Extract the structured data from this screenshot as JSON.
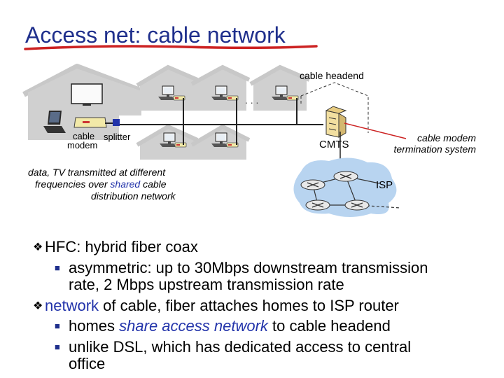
{
  "title": "Access net: cable network",
  "labels": {
    "headend": "cable headend",
    "cable_modem": "cable",
    "modem": "modem",
    "splitter": "splitter",
    "cmts": "CMTS",
    "cmts_desc_1": "cable modem",
    "cmts_desc_2": "termination system",
    "isp": "ISP",
    "dots": ". . ."
  },
  "caption": {
    "line1": "data, TV transmitted at different",
    "line2_a": "frequencies over ",
    "line2_b": "shared",
    "line2_c": " cable",
    "line3": "distribution network"
  },
  "bullets": {
    "b1": "HFC: hybrid fiber coax",
    "b1_sub1_l1": "asymmetric: up to 30Mbps downstream transmission",
    "b1_sub1_l2": "rate, 2 Mbps upstream transmission rate",
    "b2_a": "network",
    "b2_b": " of cable, fiber attaches homes to ISP router",
    "b2_sub1_a": "homes ",
    "b2_sub1_b": "share access network",
    "b2_sub1_c": " to cable headend",
    "b2_sub2_l1": "unlike DSL, which has dedicated access to central",
    "b2_sub2_l2": "office"
  },
  "colors": {
    "title": "#1f2f8c",
    "accent_line": "#cc2222",
    "house": "#c8c8c8",
    "isp_cloud": "#b8d4f0"
  }
}
